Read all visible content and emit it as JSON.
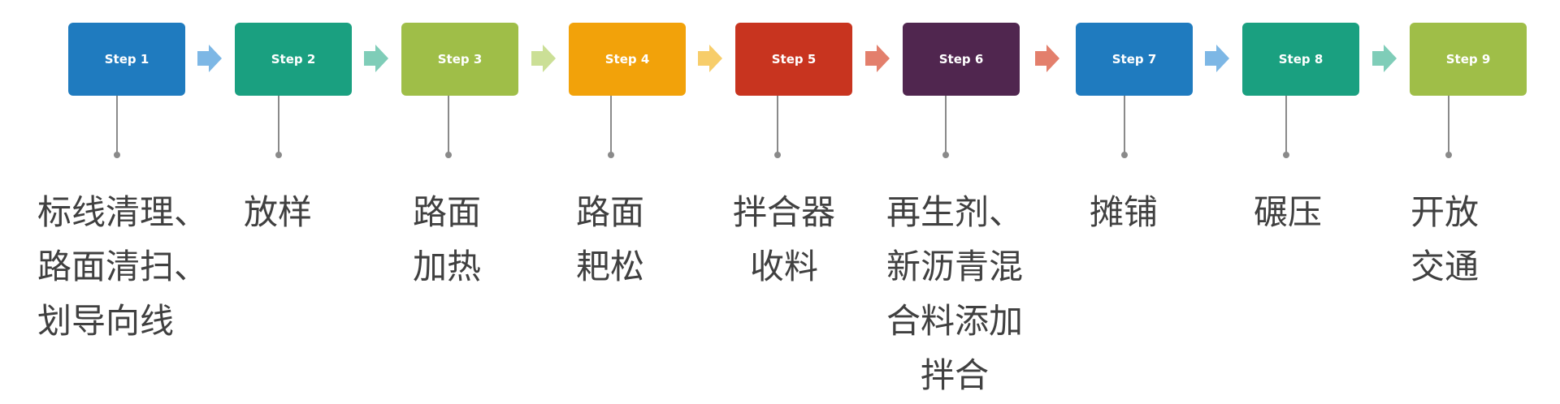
{
  "steps": [
    {
      "title": "Step 1",
      "color": "#1f7bbf",
      "arrow_color": "#7db7e5",
      "desc": [
        "标线清理、",
        "路面清扫、",
        "划导向线"
      ]
    },
    {
      "title": "Step 2",
      "color": "#1aa080",
      "arrow_color": "#7fcdb8",
      "desc": [
        "放样"
      ]
    },
    {
      "title": "Step 3",
      "color": "#9fbe48",
      "arrow_color": "#cbdf96",
      "desc": [
        "路面",
        "加热"
      ]
    },
    {
      "title": "Step 4",
      "color": "#f2a20a",
      "arrow_color": "#f7cd6a",
      "desc": [
        "路面",
        "耙松"
      ]
    },
    {
      "title": "Step 5",
      "color": "#c8341f",
      "arrow_color": "#e37f6c",
      "desc": [
        "拌合器",
        "收料"
      ]
    },
    {
      "title": "Step 6",
      "color": "#50264f",
      "arrow_color": "#e37f6c",
      "desc": [
        "再生剂、",
        "新沥青混",
        "合料添加",
        "拌合"
      ]
    },
    {
      "title": "Step 7",
      "color": "#1f7bbf",
      "arrow_color": "#7db7e5",
      "desc": [
        "摊铺"
      ]
    },
    {
      "title": "Step 8",
      "color": "#1aa080",
      "arrow_color": "#7fcdb8",
      "desc": [
        "碾压"
      ]
    },
    {
      "title": "Step 9",
      "color": "#9fbe48",
      "desc": [
        "开放",
        "交通"
      ]
    }
  ]
}
